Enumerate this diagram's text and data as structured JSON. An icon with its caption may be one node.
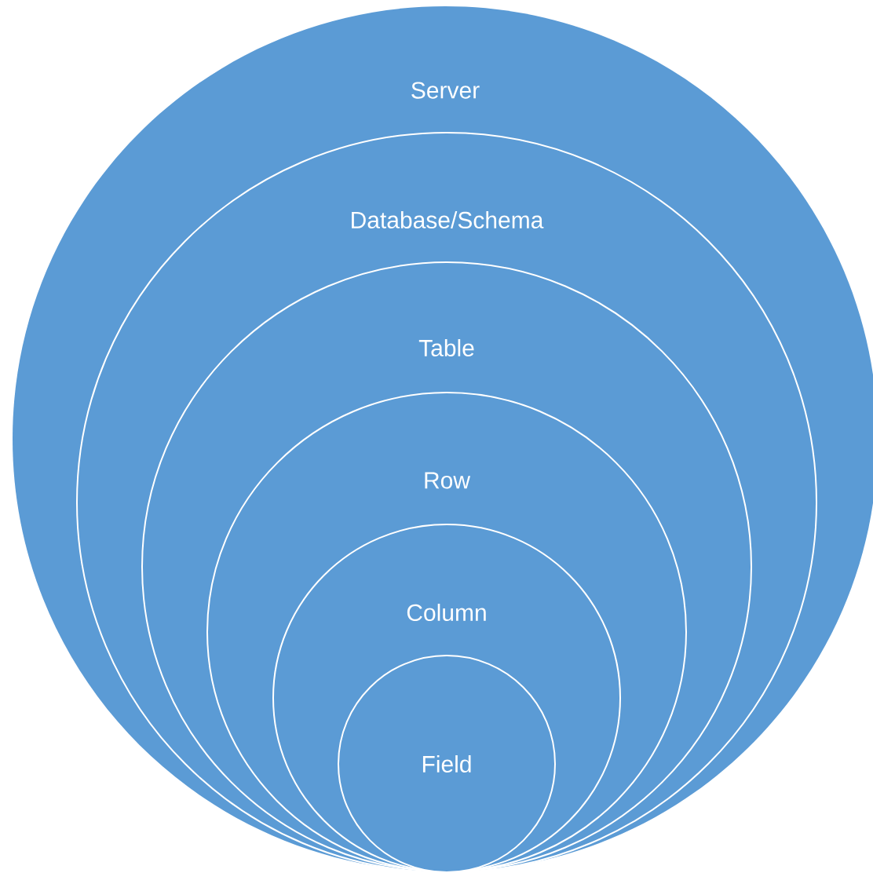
{
  "diagram": {
    "nodes": [
      {
        "text": [
          "Server"
        ]
      },
      {
        "text": [
          "Database/Schema"
        ],
        "in": 0
      },
      {
        "text": [
          "Table"
        ],
        "in": 1
      },
      {
        "text": [
          "Row"
        ],
        "in": 2
      },
      {
        "text": [
          "Column"
        ],
        "in": 3
      },
      {
        "text": [
          "Field"
        ],
        "in": 4
      }
    ]
  }
}
